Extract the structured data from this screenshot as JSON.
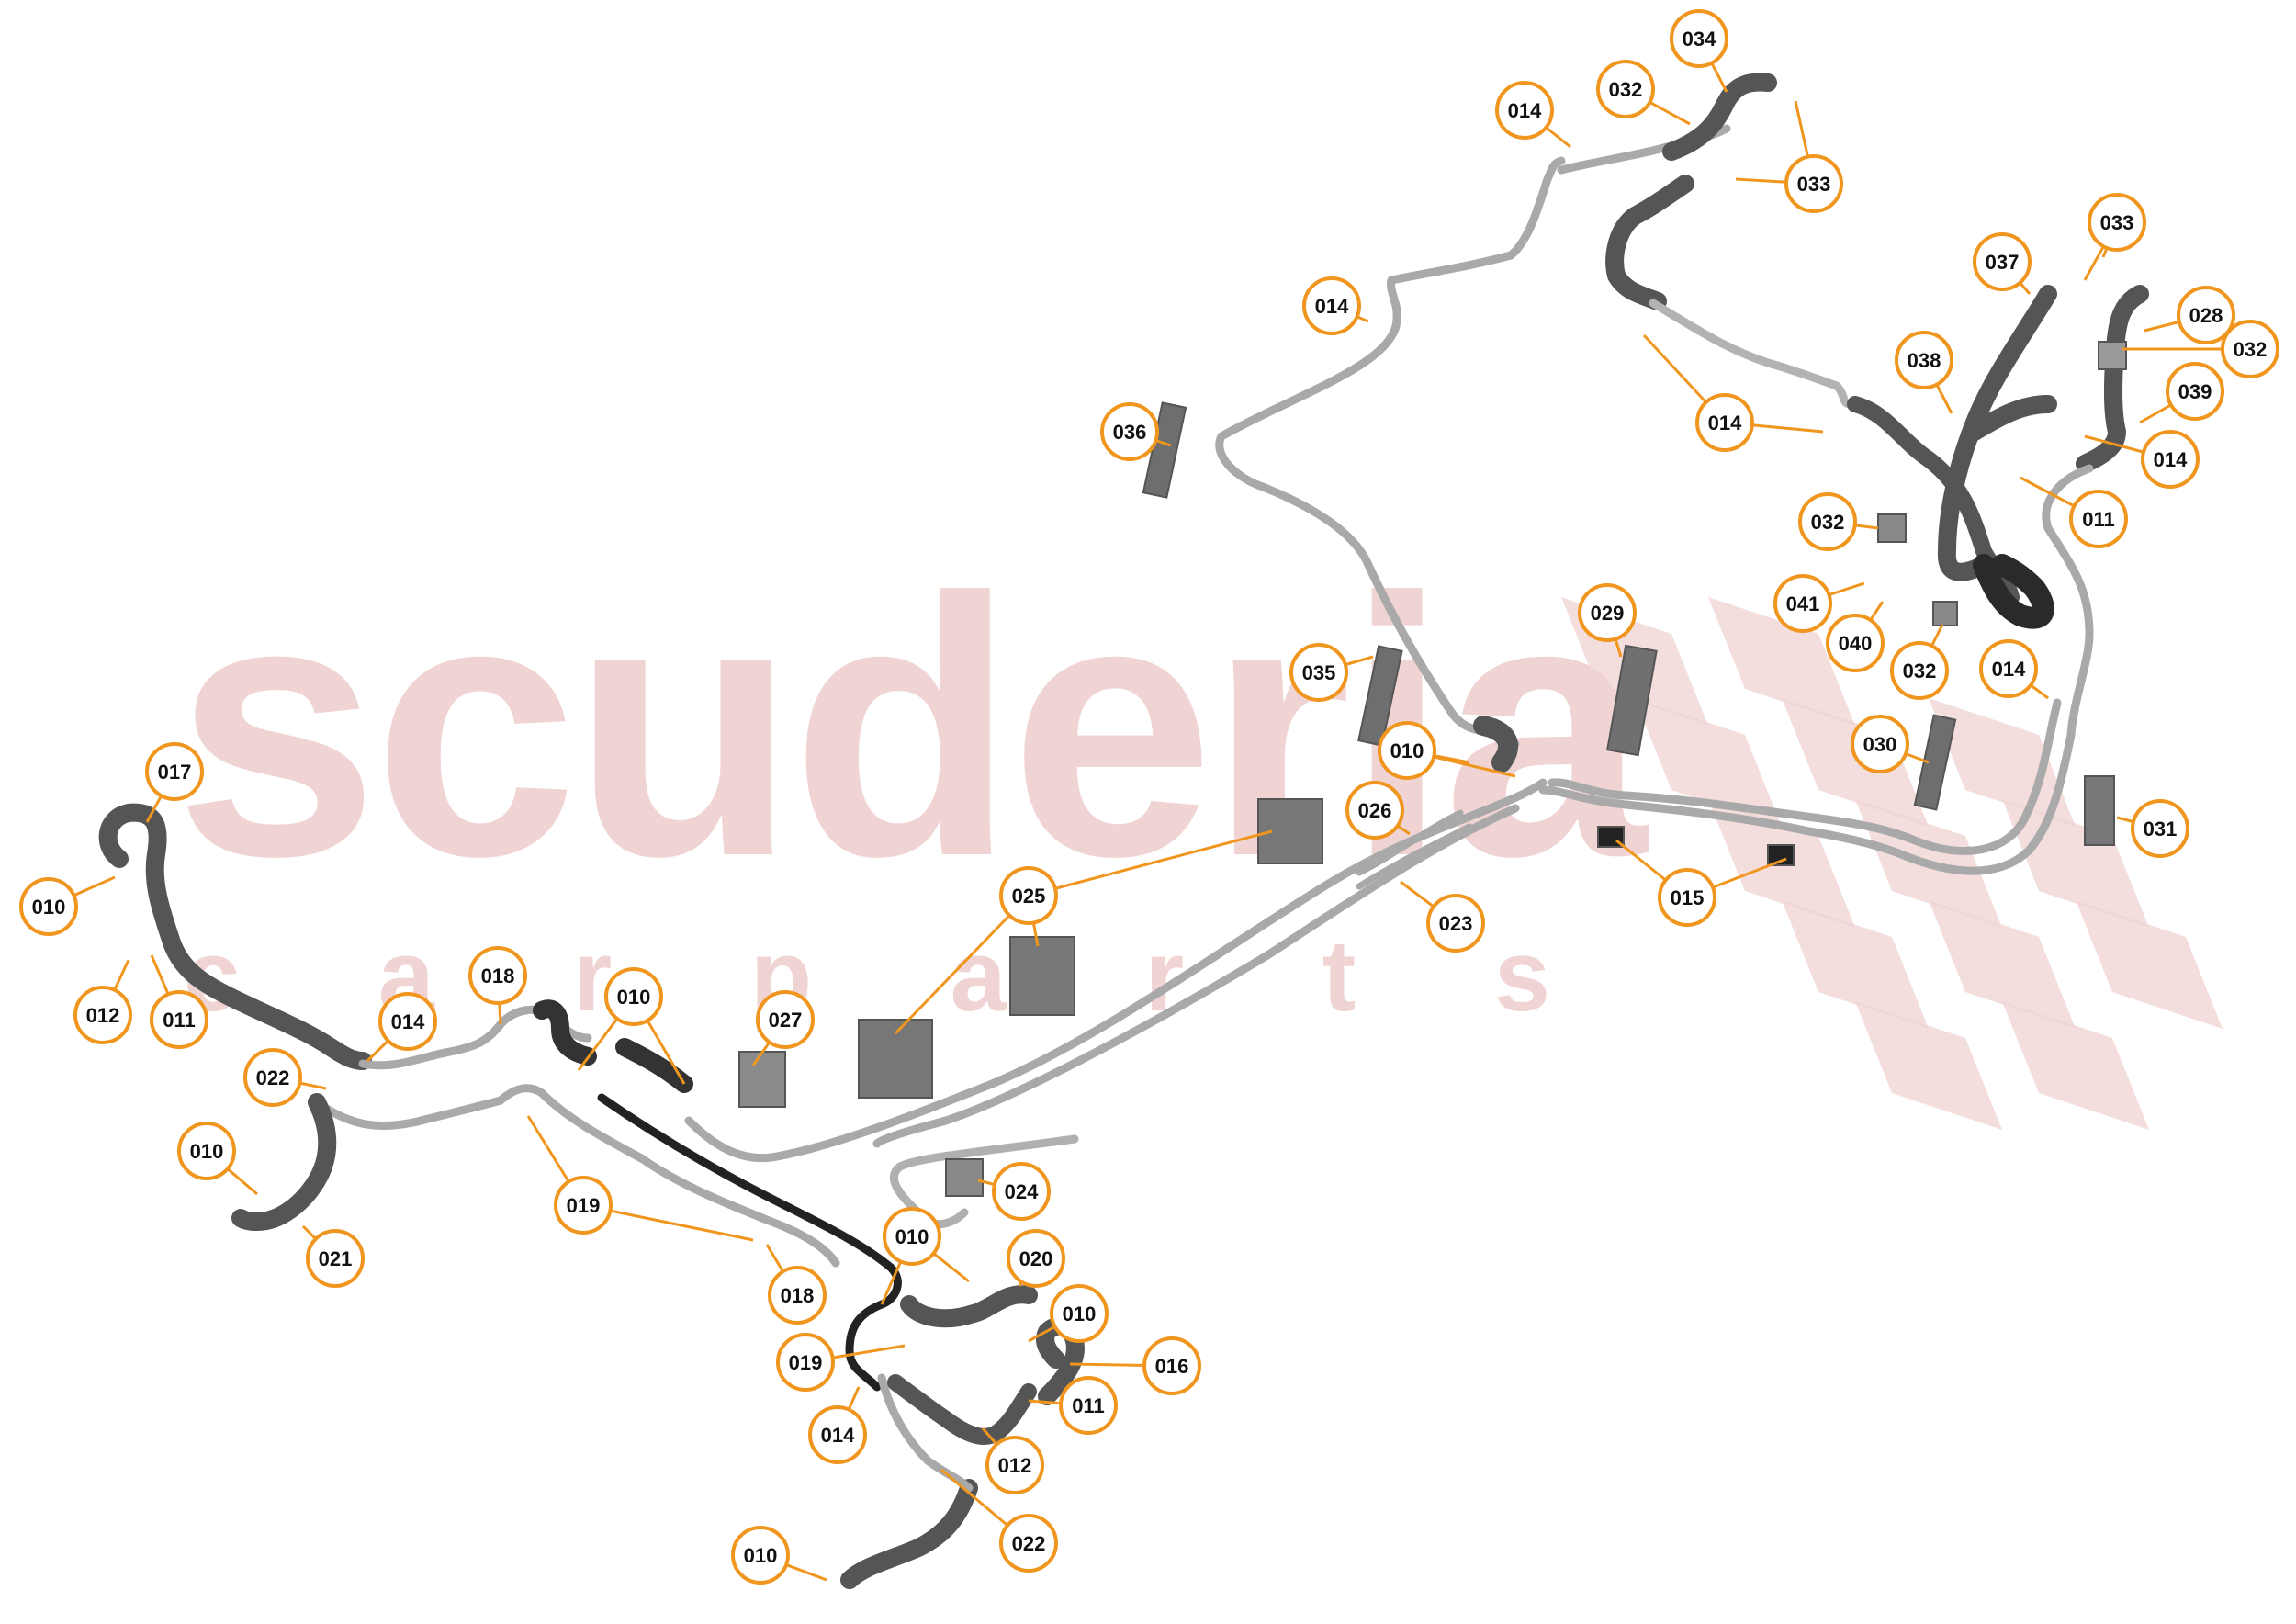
{
  "watermark": {
    "brand": "scuderia",
    "sub": "c a r p a r t s",
    "color": "#f0d4d4"
  },
  "colors": {
    "callout_ring": "#f0961e",
    "callout_fill": "#ffffff",
    "callout_text": "#111111",
    "pipe_light": "#a6a6a6",
    "pipe_mid": "#7a7a7a",
    "hose_dark": "#454545"
  },
  "callouts": [
    {
      "label": "034"
    },
    {
      "label": "032"
    },
    {
      "label": "014"
    },
    {
      "label": "033"
    },
    {
      "label": "033"
    },
    {
      "label": "037"
    },
    {
      "label": "028"
    },
    {
      "label": "032"
    },
    {
      "label": "014"
    },
    {
      "label": "038"
    },
    {
      "label": "039"
    },
    {
      "label": "014"
    },
    {
      "label": "014"
    },
    {
      "label": "036"
    },
    {
      "label": "011"
    },
    {
      "label": "032"
    },
    {
      "label": "041"
    },
    {
      "label": "040"
    },
    {
      "label": "032"
    },
    {
      "label": "029"
    },
    {
      "label": "014"
    },
    {
      "label": "035"
    },
    {
      "label": "010"
    },
    {
      "label": "030"
    },
    {
      "label": "026"
    },
    {
      "label": "031"
    },
    {
      "label": "017"
    },
    {
      "label": "025"
    },
    {
      "label": "015"
    },
    {
      "label": "023"
    },
    {
      "label": "010"
    },
    {
      "label": "018"
    },
    {
      "label": "010"
    },
    {
      "label": "012"
    },
    {
      "label": "011"
    },
    {
      "label": "014"
    },
    {
      "label": "027"
    },
    {
      "label": "022"
    },
    {
      "label": "010"
    },
    {
      "label": "019"
    },
    {
      "label": "024"
    },
    {
      "label": "021"
    },
    {
      "label": "010"
    },
    {
      "label": "020"
    },
    {
      "label": "018"
    },
    {
      "label": "010"
    },
    {
      "label": "019"
    },
    {
      "label": "016"
    },
    {
      "label": "011"
    },
    {
      "label": "014"
    },
    {
      "label": "012"
    },
    {
      "label": "022"
    },
    {
      "label": "010"
    }
  ]
}
